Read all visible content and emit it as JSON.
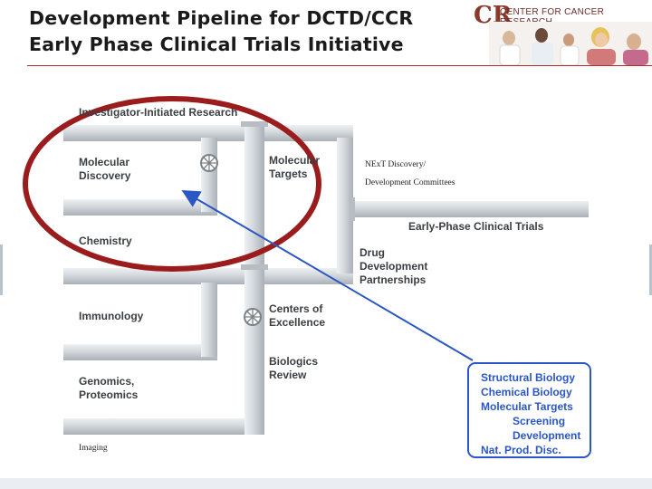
{
  "header": {
    "title_line1": "Development Pipeline for DCTD/CCR",
    "title_line2": "Early Phase Clinical Trials Initiative",
    "logo_mark": "CR",
    "logo_text": "CENTER FOR CANCER RESEARCH"
  },
  "diagram": {
    "labels": {
      "investigator": "Investigator-Initiated Research",
      "molecular_discovery_1": "Molecular",
      "molecular_discovery_2": "Discovery",
      "molecular_targets_1": "Molecular",
      "molecular_targets_2": "Targets",
      "chemistry": "Chemistry",
      "immunology": "Immunology",
      "genomics_1": "Genomics,",
      "genomics_2": "Proteomics",
      "imaging": "Imaging",
      "centers_1": "Centers of",
      "centers_2": "Excellence",
      "biologics_1": "Biologics",
      "biologics_2": "Review",
      "drug_dev_1": "Drug",
      "drug_dev_2": "Development",
      "drug_dev_3": "Partnerships",
      "next_1": "NExT Discovery/",
      "next_2": "Development Committees",
      "early_phase": "Early-Phase Clinical Trials"
    },
    "info_box": {
      "lines": [
        "Structural Biology",
        "Chemical Biology",
        "Molecular Targets",
        "Screening",
        "Development",
        "Nat. Prod. Disc."
      ]
    },
    "colors": {
      "pipe": "#c9ced2",
      "pipe_highlight": "#eef1f3",
      "highlight_ellipse": "#9b1c1c",
      "arrow": "#2a56c6",
      "info_text": "#2a56c6"
    }
  }
}
